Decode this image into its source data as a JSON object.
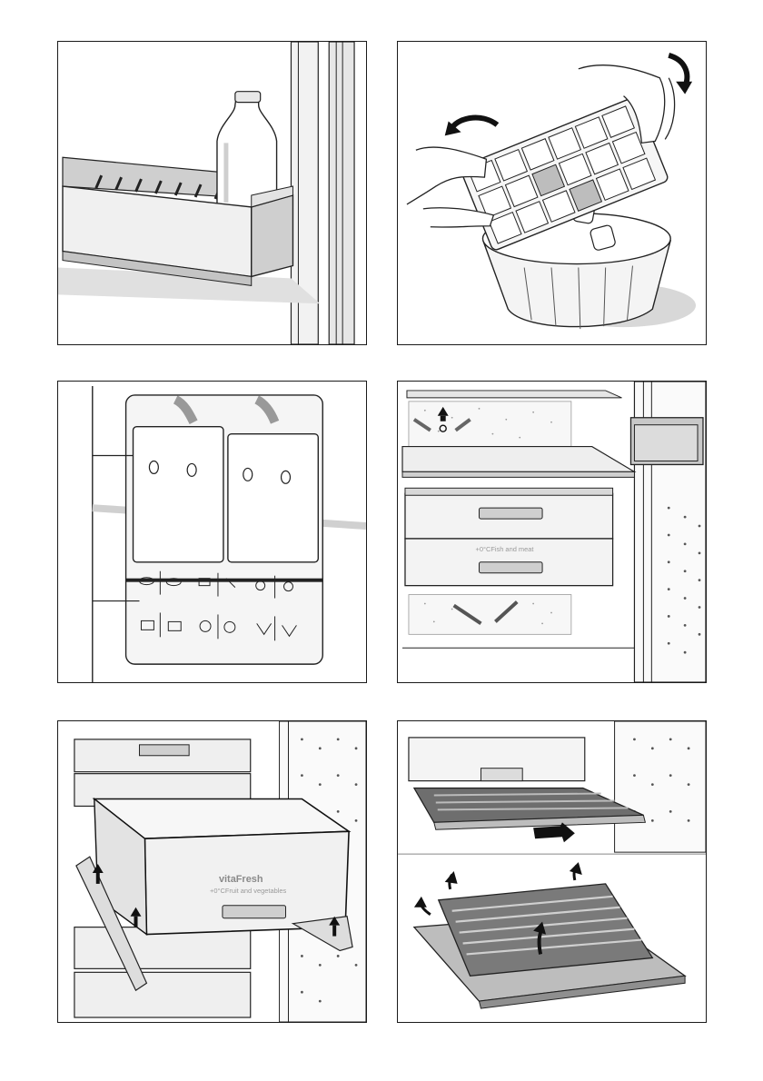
{
  "figures": [
    {
      "id": "fig-door-shelf-bottle"
    },
    {
      "id": "fig-ice-cube-tray"
    },
    {
      "id": "fig-cold-storage-labels"
    },
    {
      "id": "fig-freshness-drawers-airflow",
      "drawer_label": "+0°CFish and meat"
    },
    {
      "id": "fig-vitafresh-drawer-removal",
      "brand": "vitaFresh",
      "drawer_label": "+0°CFruit and vegetables"
    },
    {
      "id": "fig-shelf-grille-removal"
    }
  ],
  "colors": {
    "outline": "#1a1a1a",
    "shade": "#d6d6d6",
    "light": "#eeeeee",
    "dark": "#8c8c8c"
  }
}
